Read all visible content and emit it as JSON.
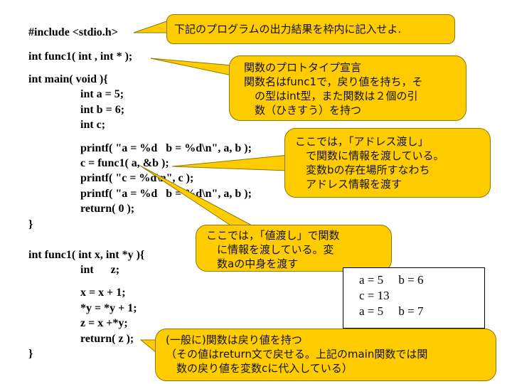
{
  "code_lines": [
    "#include <stdio.h>",
    "int func1( int , int * );",
    "int main( void ){",
    "int a = 5;",
    "int b = 6;",
    "int c;",
    "printf( \"a = %d   b = %d\\n\", a, b );",
    "c = func1( a, &b );",
    "printf( \"c = %d\\n\", c );",
    "printf( \"a = %d   b = %d\\n\", a, b );",
    "return( 0 );",
    "}",
    "int func1( int x, int *y ){",
    "int      z;",
    "x = x + 1;",
    "*y = *y + 1;",
    "z = x +*y;",
    "return( z );",
    "}"
  ],
  "callouts": {
    "instruction": "下記のプログラムの出力結果を枠内に記入せよ.",
    "prototype": [
      "関数のプロトタイプ宣言",
      "関数名はfunc1で，戻り値を持ち，そ",
      "　の型はint型，また関数は２個の引",
      "　数（ひきすう）を持つ"
    ],
    "address": [
      "ここでは，「アドレス渡し」",
      "　で関数に情報を渡している。",
      "　変数bの存在場所すなわち",
      "　アドレス情報を渡す"
    ],
    "value": [
      "ここでは，「値渡し」で関数",
      "　に情報を渡している。変",
      "　数aの中身を渡す"
    ],
    "return_note": [
      "(一般に)関数は戻り値を持つ",
      "（その値はreturn文で戻せる。上記のmain関数では関",
      "　数の戻り値を変数cに代入している）"
    ]
  },
  "answer_box": [
    "a = 5     b = 6",
    "c = 13",
    "a = 5     b = 7"
  ],
  "colors": {
    "callout_fill": "#ffcc00",
    "callout_border": "#8a7a00",
    "text": "#000000"
  }
}
